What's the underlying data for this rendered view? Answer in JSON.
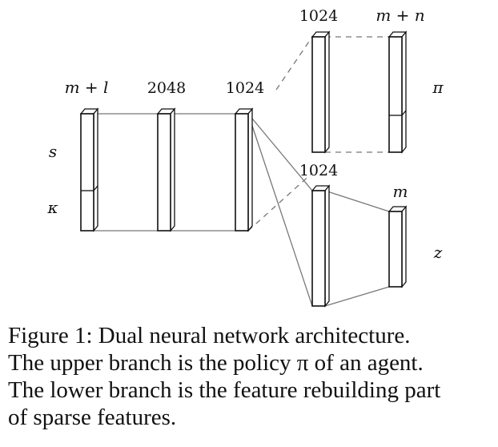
{
  "diagram": {
    "layers": {
      "input": {
        "size_label": "m + l",
        "segments": [
          "s",
          "κ"
        ]
      },
      "hidden1": {
        "size_label": "2048"
      },
      "hidden2": {
        "size_label": "1024"
      },
      "upper_hidden": {
        "size_label": "1024"
      },
      "upper_output": {
        "size_label": "m + n",
        "output_label": "π"
      },
      "lower_hidden": {
        "size_label": "1024"
      },
      "lower_output": {
        "size_label": "m",
        "output_label": "z"
      }
    }
  },
  "caption": {
    "lines": [
      "Figure 1: Dual neural network architecture.",
      "The upper branch is the policy π of an agent.",
      "The lower branch is the feature rebuilding part",
      "of sparse features."
    ]
  }
}
